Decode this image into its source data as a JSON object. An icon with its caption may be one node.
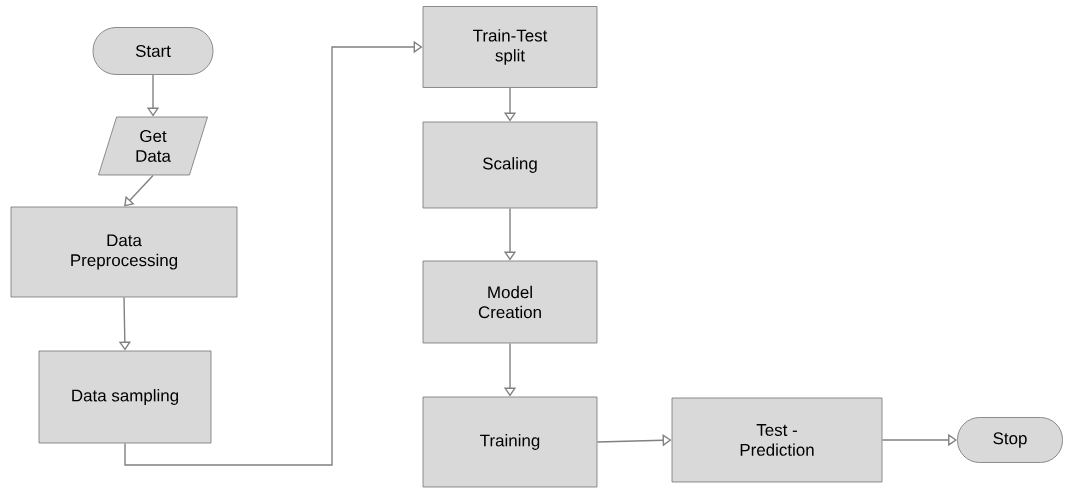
{
  "diagram": {
    "nodes": [
      {
        "text": [
          "Start"
        ]
      },
      {
        "text": [
          "Get Data"
        ]
      },
      {
        "text": [
          "Data Preprocessing"
        ]
      },
      {
        "text": [
          "Data sampling"
        ]
      },
      {
        "text": [
          "Train-Test split"
        ]
      },
      {
        "text": [
          "Scaling"
        ]
      },
      {
        "text": [
          "Model Creation"
        ]
      },
      {
        "text": [
          "Training"
        ]
      },
      {
        "text": [
          "Test - Prediction"
        ]
      },
      {
        "text": [
          "Stop"
        ]
      }
    ],
    "edges": [
      {
        "from": 0,
        "to": 1,
        "arrow": "to"
      },
      {
        "from": 1,
        "to": 2,
        "arrow": "to"
      },
      {
        "from": 2,
        "to": 3,
        "arrow": "to"
      },
      {
        "from": 3,
        "to": 4,
        "arrow": "to"
      },
      {
        "from": 4,
        "to": 5,
        "arrow": "to"
      },
      {
        "from": 5,
        "to": 6,
        "arrow": "to"
      },
      {
        "from": 6,
        "to": 7,
        "arrow": "to"
      },
      {
        "from": 7,
        "to": 8,
        "arrow": "to"
      },
      {
        "from": 8,
        "to": 9,
        "arrow": "to"
      }
    ]
  }
}
